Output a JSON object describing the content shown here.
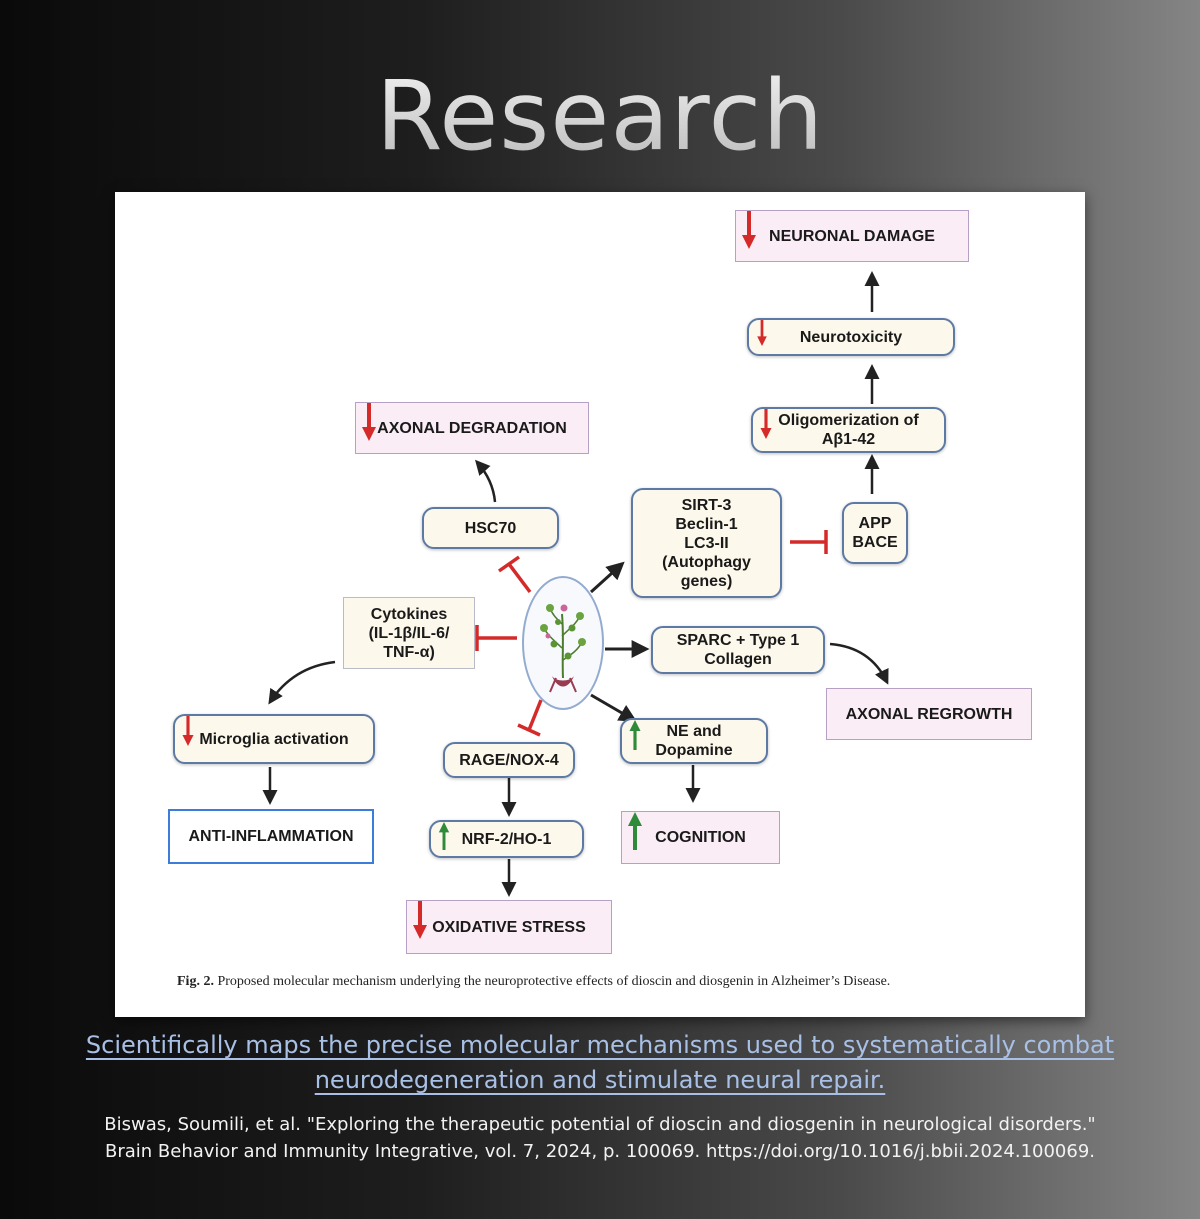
{
  "header": {
    "title": "Research"
  },
  "figure": {
    "nodes": {
      "neuronal_damage": "NEURONAL DAMAGE",
      "neurotoxicity": "Neurotoxicity",
      "oligomerization": "Oligomerization of\nAβ1-42",
      "axonal_degradation": "AXONAL DEGRADATION",
      "hsc70": "HSC70",
      "sirt3": "SIRT-3\nBeclin-1\nLC3-II\n(Autophagy\ngenes)",
      "app_bace": "APP\nBACE",
      "cytokines": "Cytokines\n(IL-1β/IL-6/\nTNF-α)",
      "sparc": "SPARC + Type 1\nCollagen",
      "axonal_regrowth": "AXONAL REGROWTH",
      "microglia": "Microglia activation",
      "rage_nox": "RAGE/NOX-4",
      "ne_dopamine": "NE and\nDopamine",
      "anti_inflammation": "ANTI-INFLAMMATION",
      "nrf2": "NRF-2/HO-1",
      "cognition": "COGNITION",
      "oxidative_stress": "OXIDATIVE STRESS"
    },
    "caption_label": "Fig. 2.",
    "caption_text": "Proposed molecular mechanism underlying the neuroprotective effects of dioscin and diosgenin in Alzheimer’s Disease.",
    "colors": {
      "down_arrow": "#d42a2a",
      "up_arrow": "#2f8a3a",
      "inhibit": "#d42a2a",
      "node_border": "#5c7aa3"
    },
    "icons": {
      "down": "red-down-arrow-icon",
      "up": "green-up-arrow-icon",
      "plant": "plant-icon"
    }
  },
  "tagline": "Scientifically maps the precise molecular mechanisms used to systematically combat neurodegeneration and stimulate neural repair.",
  "citation": {
    "line1": "Biswas, Soumili, et al. \"Exploring the therapeutic potential of dioscin and diosgenin in neurological disorders.\"",
    "line2": "Brain Behavior and Immunity Integrative, vol. 7, 2024, p. 100069. https://doi.org/10.1016/j.bbii.2024.100069."
  }
}
